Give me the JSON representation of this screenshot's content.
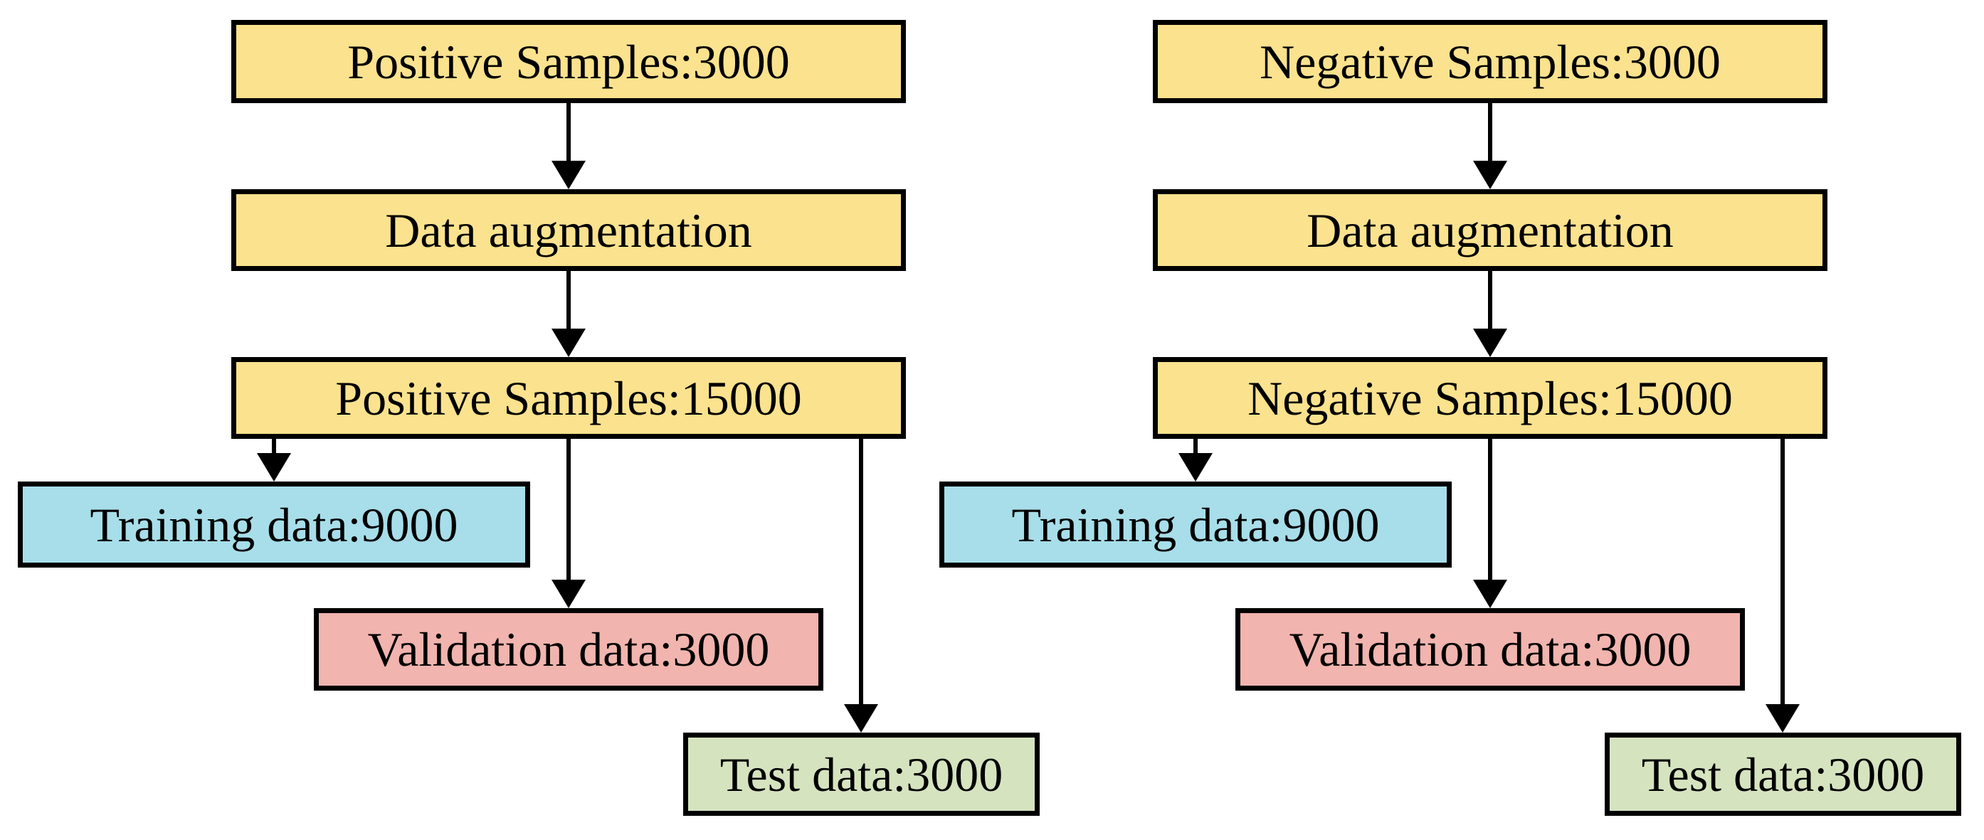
{
  "figure": {
    "type": "flowchart",
    "description": "Dataset preparation flow for positive and negative samples with data augmentation and train/validation/test split",
    "background": "#ffffff",
    "colors": {
      "source_fill": "#fbe28e",
      "training_fill": "#a7dee9",
      "validation_fill": "#f1b4ae",
      "test_fill": "#d6e3bf",
      "border": "#000000",
      "arrow": "#000000",
      "text": "#000000"
    },
    "positive": {
      "nodes": [
        {
          "label": "Positive Samples:3000"
        },
        {
          "label": "Data augmentation"
        },
        {
          "label": "Positive Samples:15000"
        },
        {
          "label": "Training data:9000"
        },
        {
          "label": "Validation data:3000"
        },
        {
          "label": "Test data:3000"
        }
      ]
    },
    "negative": {
      "nodes": [
        {
          "label": "Negative Samples:3000"
        },
        {
          "label": "Data augmentation"
        },
        {
          "label": "Negative Samples:15000"
        },
        {
          "label": "Training data:9000"
        },
        {
          "label": "Validation data:3000"
        },
        {
          "label": "Test data:3000"
        }
      ]
    }
  }
}
